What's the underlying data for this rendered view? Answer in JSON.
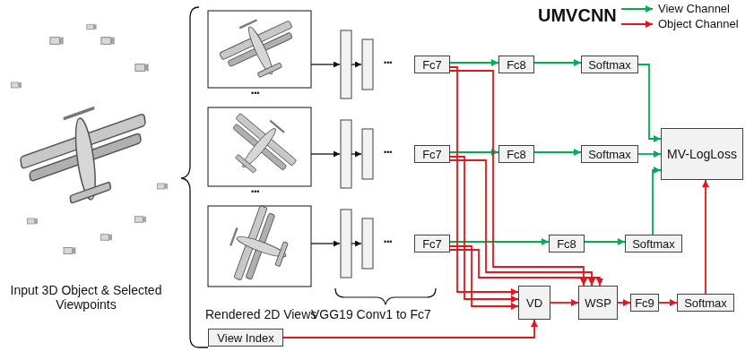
{
  "diagram": {
    "nodes": [
      {
        "text": [
          "Fc7"
        ]
      },
      {
        "text": [
          "Fc8"
        ]
      },
      {
        "text": [
          "Softmax"
        ]
      },
      {
        "text": [
          "Fc7"
        ]
      },
      {
        "text": [
          "Fc8"
        ]
      },
      {
        "text": [
          "Softmax"
        ]
      },
      {
        "text": [
          "MV-LogLoss"
        ]
      },
      {
        "text": [
          "Fc7"
        ]
      },
      {
        "text": [
          "Fc8"
        ]
      },
      {
        "text": [
          "Softmax"
        ]
      },
      {
        "text": [
          "View Index"
        ]
      },
      {
        "text": [
          "VD"
        ]
      },
      {
        "text": [
          "WSP"
        ]
      },
      {
        "text": [
          "Fc9"
        ]
      },
      {
        "text": [
          "Softmax"
        ]
      }
    ],
    "edges": [
      {
        "from": 0,
        "to": 1,
        "arrow": "to"
      },
      {
        "from": 1,
        "to": 2,
        "arrow": "to"
      },
      {
        "from": 3,
        "to": 4,
        "arrow": "to"
      },
      {
        "from": 4,
        "to": 5,
        "arrow": "to"
      },
      {
        "from": 7,
        "to": 8,
        "arrow": "to"
      },
      {
        "from": 8,
        "to": 9,
        "arrow": "to"
      },
      {
        "from": 2,
        "to": 6,
        "arrow": "to"
      },
      {
        "from": 5,
        "to": 6,
        "arrow": "to"
      },
      {
        "from": 9,
        "to": 6,
        "arrow": "to"
      },
      {
        "from": 0,
        "to": 11,
        "arrow": "to"
      },
      {
        "from": 0,
        "to": 12,
        "arrow": "to"
      },
      {
        "from": 3,
        "to": 11,
        "arrow": "to"
      },
      {
        "from": 3,
        "to": 12,
        "arrow": "to"
      },
      {
        "from": 7,
        "to": 11,
        "arrow": "to"
      },
      {
        "from": 7,
        "to": 12,
        "arrow": "to"
      },
      {
        "from": 10,
        "to": 11,
        "arrow": "to"
      },
      {
        "from": 11,
        "to": 12,
        "arrow": "to"
      },
      {
        "from": 12,
        "to": 13,
        "arrow": "to"
      },
      {
        "from": 13,
        "to": 14,
        "arrow": "to"
      },
      {
        "from": 14,
        "to": 6,
        "arrow": "to"
      }
    ],
    "labels": [
      "UMVCNN",
      "Input 3D Object & Selected Viewpoints",
      "Rendered 2D Views",
      "VGG19 Conv1 to Fc7",
      "•••",
      "•••",
      "•••",
      "•••",
      "•••"
    ],
    "legend": [
      {
        "text": "View Channel"
      },
      {
        "text": "Object Channel"
      }
    ]
  }
}
